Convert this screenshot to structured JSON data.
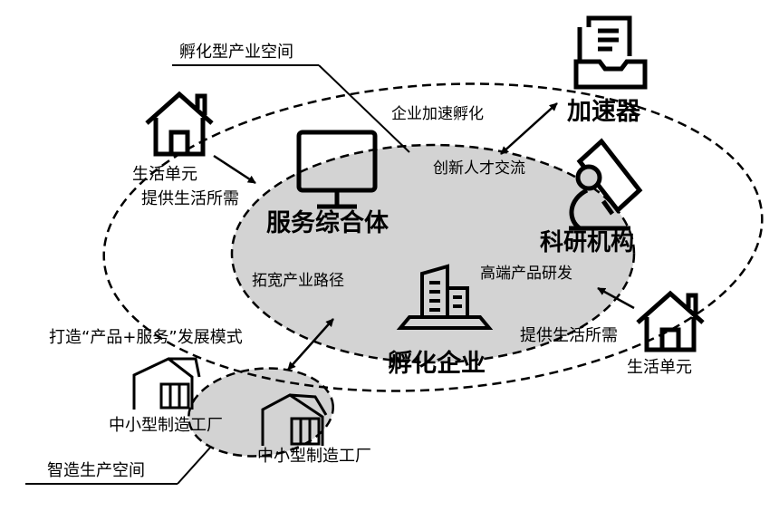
{
  "labels": {
    "incubation_space": "孵化型产业空间",
    "smart_space": "智造生产空间",
    "service_complex": "服务综合体",
    "accelerator": "加速器",
    "research_institution": "科研机构",
    "incubated_enterprise": "孵化企业",
    "living_unit_left": "生活单元",
    "living_unit_right": "生活单元",
    "living_service_left": "提供生活所需",
    "living_service_right": "提供生活所需",
    "enterprise_acceleration": "企业加速孵化",
    "talent_exchange": "创新人才交流",
    "expand_path": "拓宽产业路径",
    "high_end_rd": "高端产品研发",
    "development_mode": "打造“产品+服务”发展模式",
    "factory_1": "中小型制造工厂",
    "factory_2": "中小型制造工厂"
  },
  "colors": {
    "region_fill": "#d3d3d3",
    "stroke": "#000000"
  },
  "icons": [
    "house-icon",
    "monitor-icon",
    "accelerator-inbox-icon",
    "microscope-icon",
    "enterprise-building-icon",
    "factory-icon"
  ]
}
